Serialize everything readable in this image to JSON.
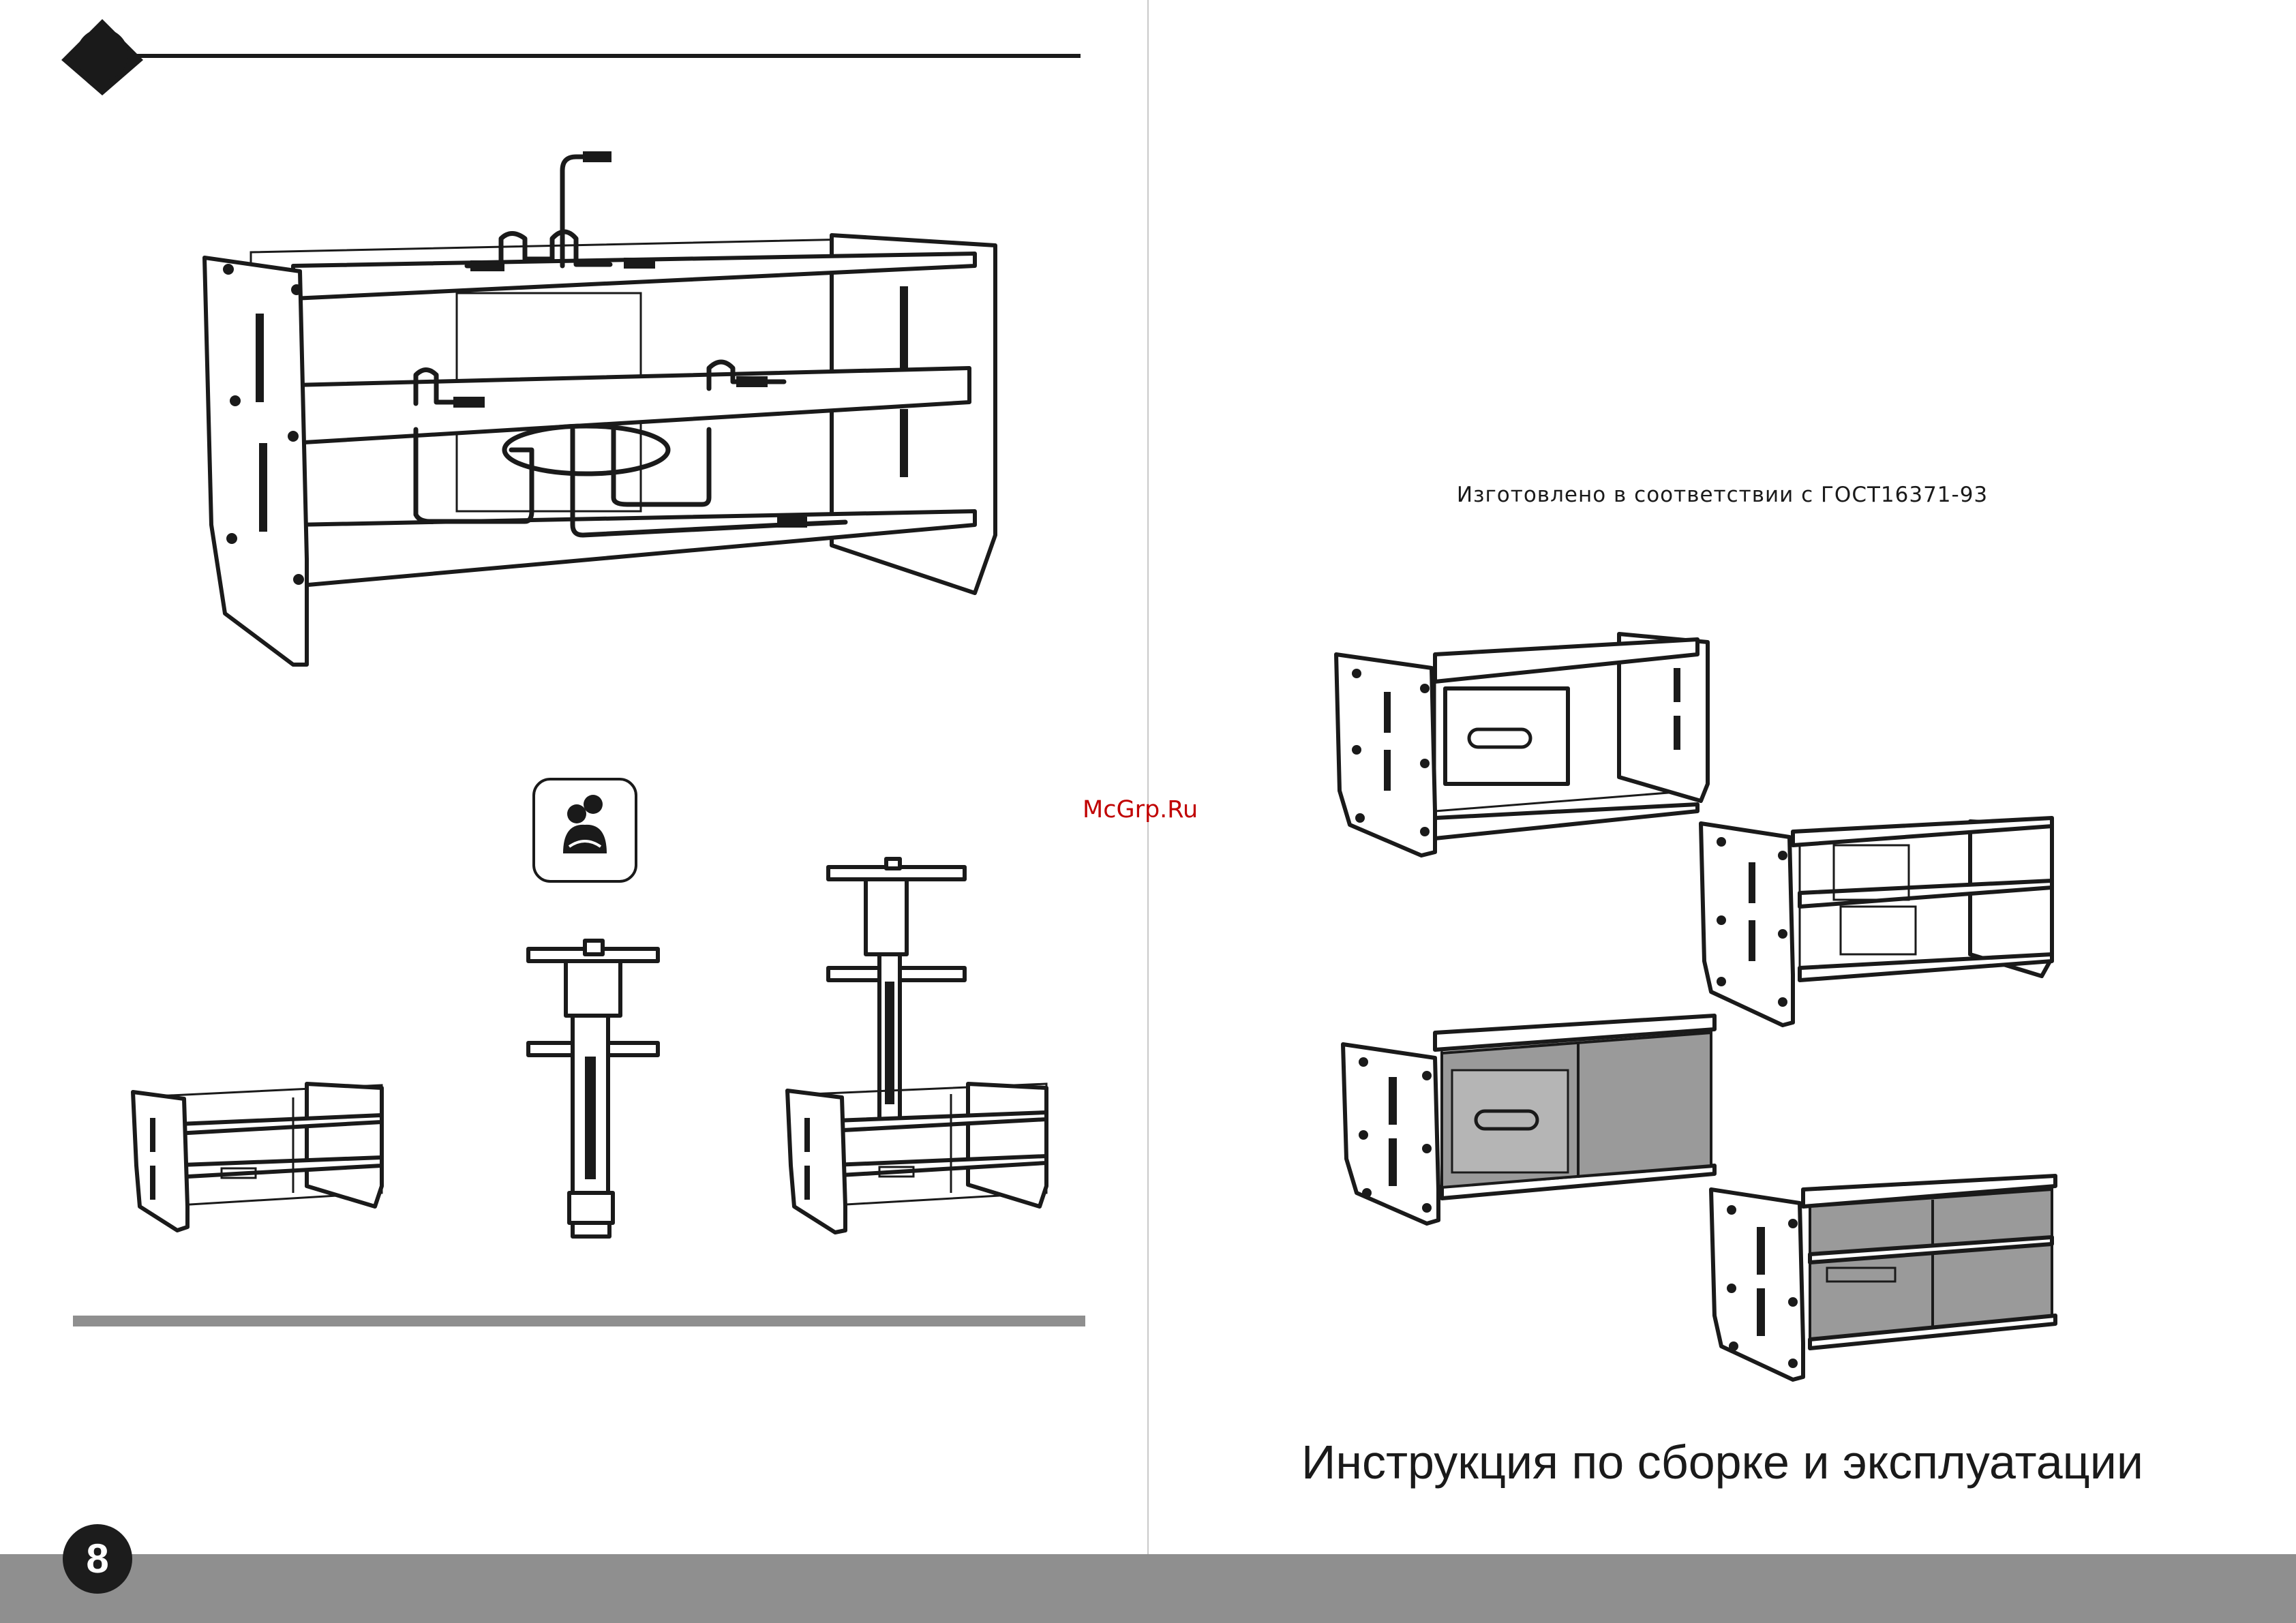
{
  "page": {
    "number": "8",
    "certification_note": "Изготовлено в соответствии с ГОСТ16371-93",
    "watermark": "McGrp.Ru",
    "title": "Инструкция по сборке и эксплуатации"
  },
  "icons": {
    "section_marker": "diamond-marker-icon",
    "assembly_people": "two-people-assembly-icon"
  },
  "colors": {
    "band": "#8f8f8f",
    "watermark": "#c00000",
    "ink": "#1a1a1a",
    "glass_tint": "#9a9a9a"
  }
}
